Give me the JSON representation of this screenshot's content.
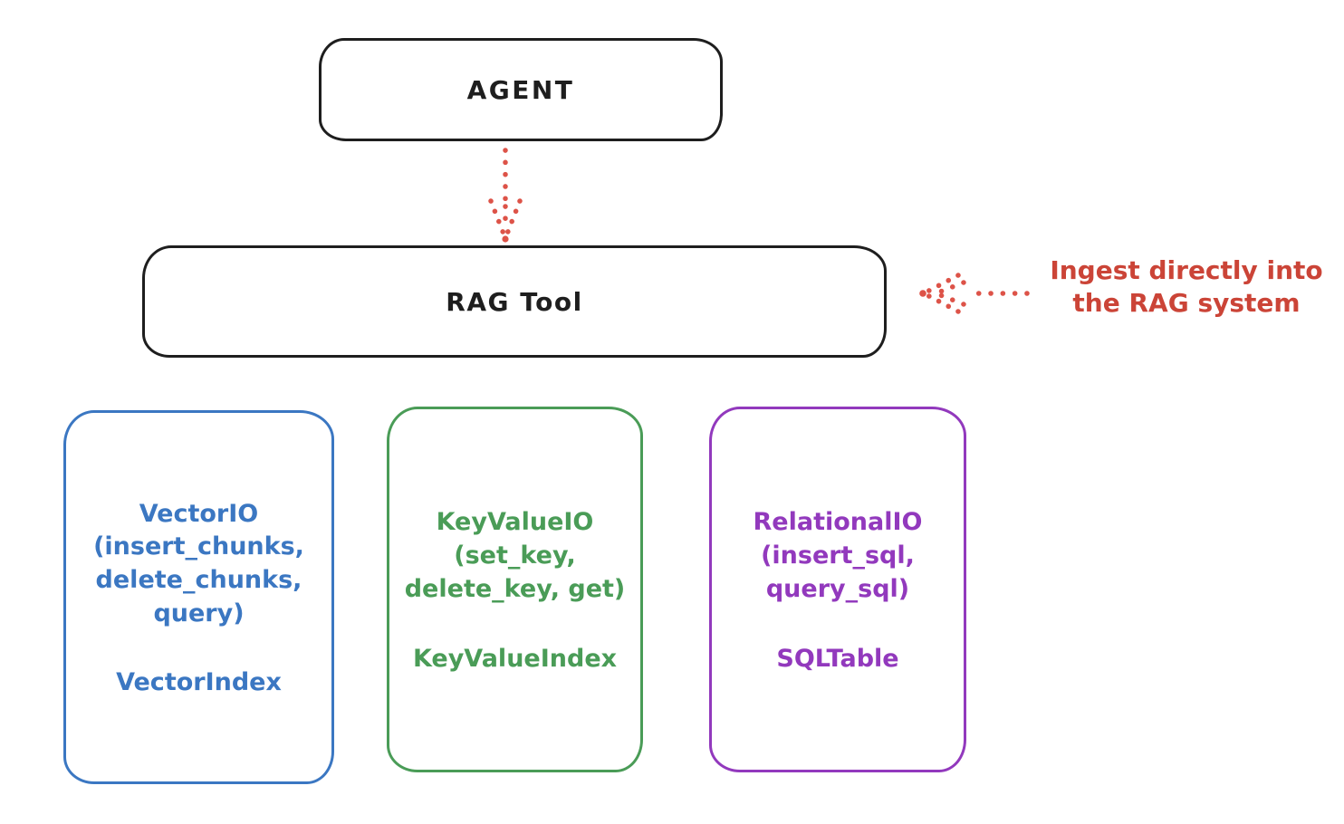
{
  "diagram": {
    "background_color": "#ffffff",
    "ink_color": "#1e1e1e",
    "agent_box": {
      "label": "AGENT"
    },
    "rag_tool_box": {
      "label": "RAG Tool"
    },
    "agent_to_rag_arrow": {
      "color": "#dd5348"
    },
    "ingest_annotation": {
      "lines": [
        "Ingest directly into",
        "the RAG system"
      ],
      "text_color": "#cb4437",
      "arrow_color": "#dd5348"
    },
    "stores": [
      {
        "id": "vector-io",
        "color": "#3b77c2",
        "title_lines": [
          "VectorIO",
          "(insert_chunks,",
          "delete_chunks,",
          "query)"
        ],
        "index_label": "VectorIndex"
      },
      {
        "id": "keyvalue-io",
        "color": "#4a9c57",
        "title_lines": [
          "KeyValueIO",
          "(set_key,",
          "delete_key, get)"
        ],
        "index_label": "KeyValueIndex"
      },
      {
        "id": "relational-io",
        "color": "#9239bd",
        "title_lines": [
          "RelationalIO",
          "(insert_sql,",
          "query_sql)"
        ],
        "index_label": "SQLTable"
      }
    ]
  }
}
